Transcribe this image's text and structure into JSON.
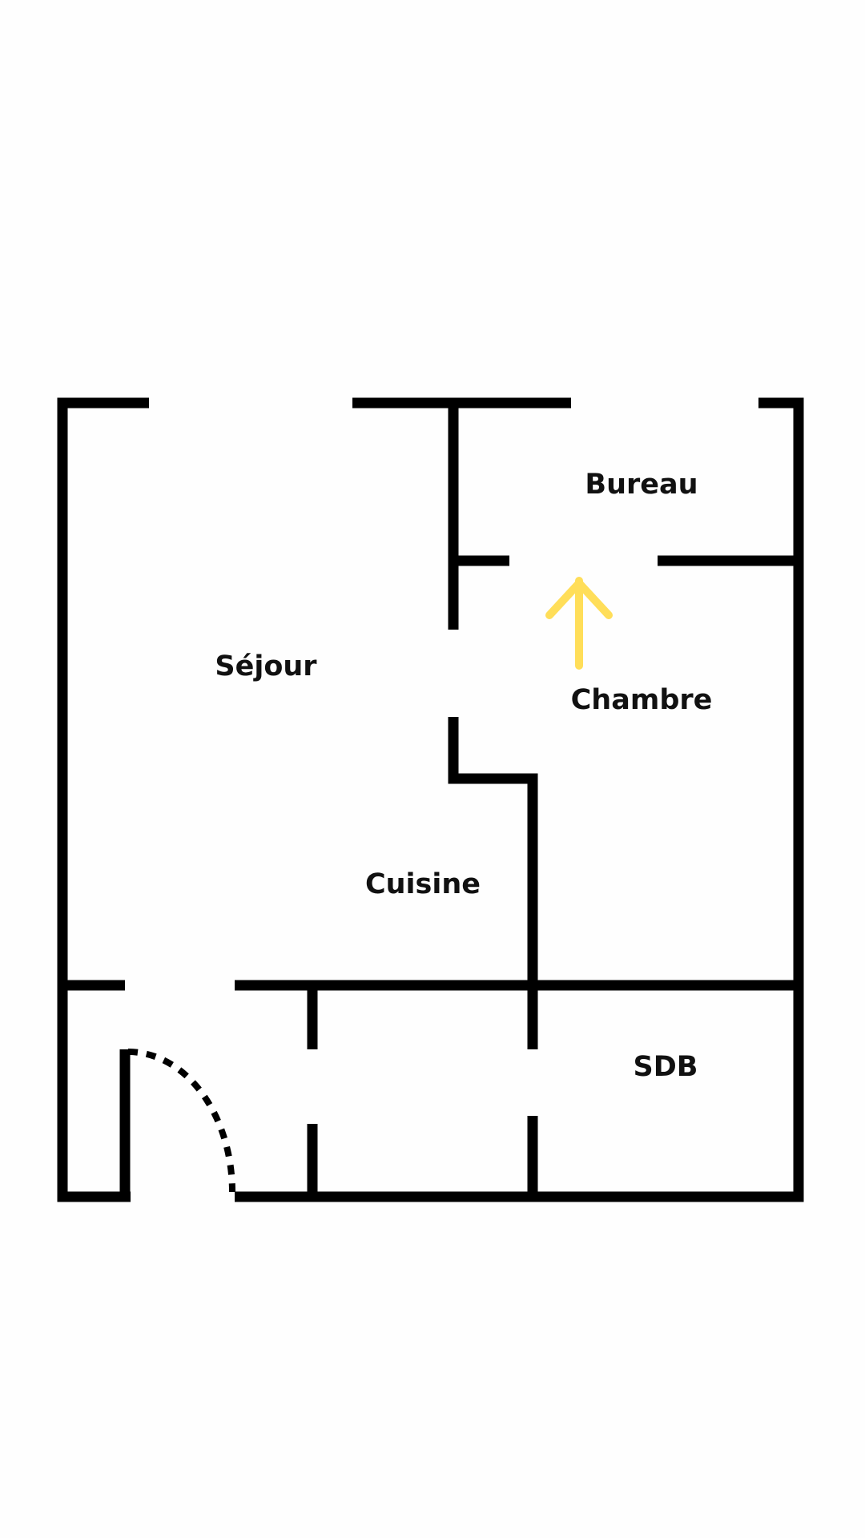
{
  "plan": {
    "rooms": {
      "bureau": "Bureau",
      "sejour": "Séjour",
      "chambre": "Chambre",
      "cuisine": "Cuisine",
      "sdb": "SDB"
    },
    "colors": {
      "wall": "#000000",
      "arrow": "#FFDE59",
      "background": "#FEFEFE"
    },
    "icons": {
      "direction_arrow": "arrow-up-icon",
      "door_swing": "dotted-arc"
    }
  }
}
